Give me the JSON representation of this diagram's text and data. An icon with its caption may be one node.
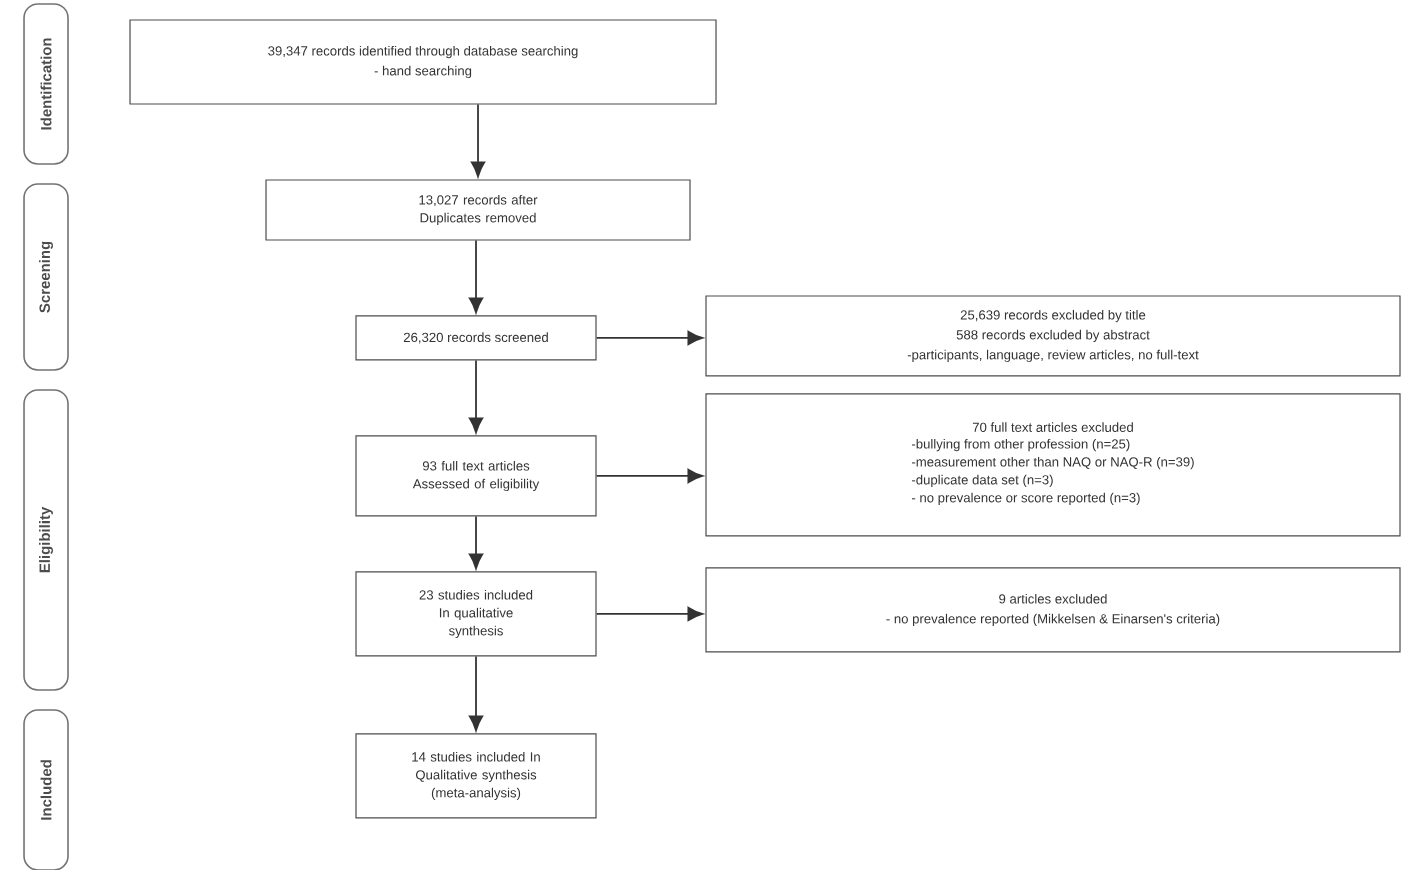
{
  "diagram": {
    "nodes": [
      {
        "text": [
          "Identification"
        ]
      },
      {
        "text": [
          "Screening"
        ]
      },
      {
        "text": [
          "Eligibility"
        ]
      },
      {
        "text": [
          "Included"
        ]
      },
      {
        "text": [
          "39,347 records identified through database searching",
          "- hand searching"
        ]
      },
      {
        "text": [
          "13,027 records after Duplicates removed"
        ]
      },
      {
        "text": [
          "26,320 records screened"
        ]
      },
      {
        "text": [
          "25,639 records excluded by title",
          "588 records excluded by abstract",
          "-participants, language, review articles, no full-text"
        ]
      },
      {
        "text": [
          "93 full text articles Assessed of eligibility"
        ]
      },
      {
        "text": [
          "70 full text articles excluded",
          "-bullying from other profession (n=25)",
          "-measurement other than NAQ or NAQ-R (n=39)",
          "-duplicate data set (n=3)",
          "- no prevalence or score reported (n=3)"
        ]
      },
      {
        "text": [
          "23 studies included In qualitative synthesis"
        ]
      },
      {
        "text": [
          "9 articles excluded",
          "- no prevalence reported (Mikkelsen & Einarsen's criteria)"
        ]
      },
      {
        "text": [
          "14 studies included In Qualitative synthesis (meta-analysis)"
        ]
      }
    ],
    "edges": [
      {
        "from": 4,
        "to": 5,
        "arrow": "to"
      },
      {
        "from": 5,
        "to": 6,
        "arrow": "to"
      },
      {
        "from": 6,
        "to": 7,
        "arrow": "to"
      },
      {
        "from": 6,
        "to": 8,
        "arrow": "to"
      },
      {
        "from": 8,
        "to": 9,
        "arrow": "to"
      },
      {
        "from": 8,
        "to": 10,
        "arrow": "to"
      },
      {
        "from": 10,
        "to": 11,
        "arrow": "to"
      },
      {
        "from": 10,
        "to": 12,
        "arrow": "to"
      }
    ]
  }
}
